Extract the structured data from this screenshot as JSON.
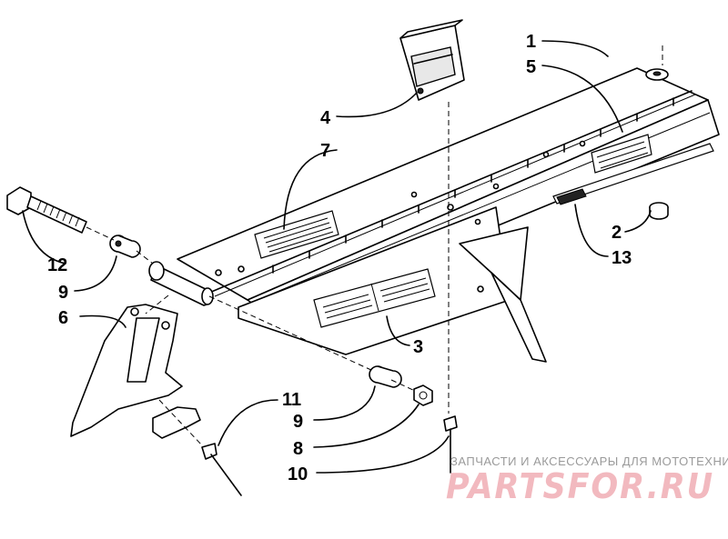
{
  "callouts": {
    "c1": "1",
    "c2": "2",
    "c3": "3",
    "c4": "4",
    "c5": "5",
    "c6": "6",
    "c7": "7",
    "c8": "8",
    "c9a": "9",
    "c9b": "9",
    "c10": "10",
    "c11": "11",
    "c12": "12",
    "c13": "13"
  },
  "watermark": {
    "tagline": "ЗАПЧАСТИ И АКСЕССУАРЫ ДЛЯ МОТОТЕХНИКИ",
    "logo": "PARTSFOR.RU"
  }
}
